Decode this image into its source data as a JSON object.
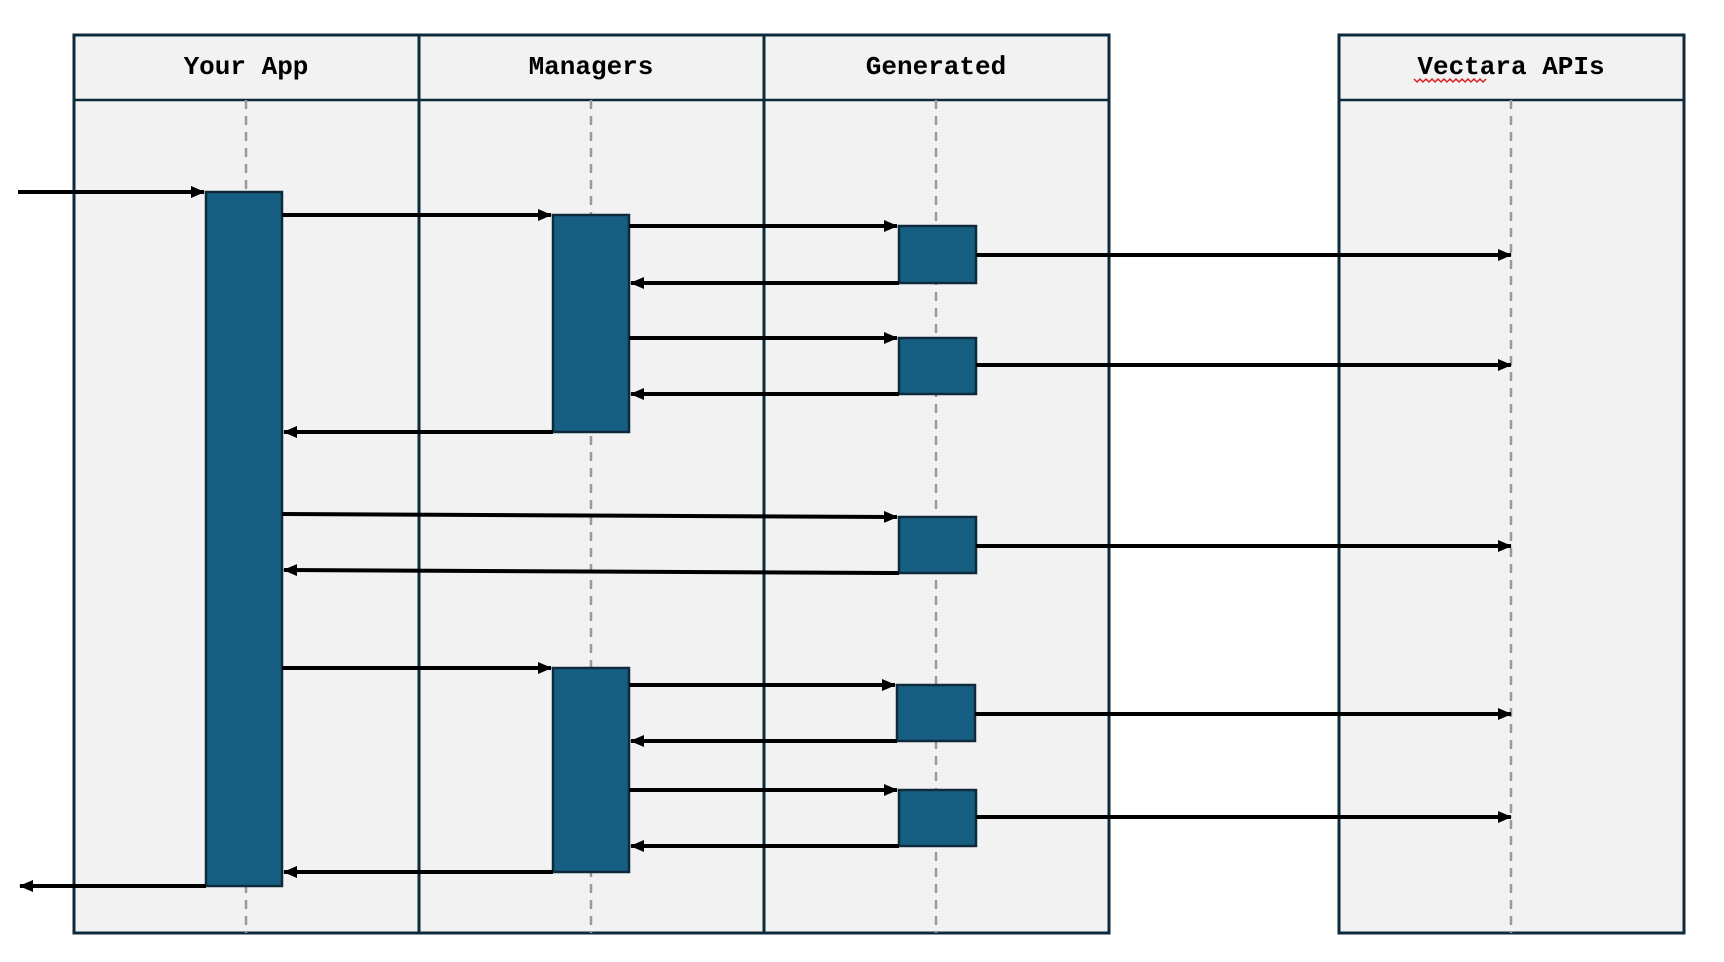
{
  "lanes": [
    {
      "id": "your-app",
      "title": "Your App"
    },
    {
      "id": "managers",
      "title": "Managers"
    },
    {
      "id": "generated",
      "title": "Generated"
    },
    {
      "id": "vectara-apis",
      "title": "Vectara APIs"
    }
  ],
  "colors": {
    "lane_fill": "#f2f2f2",
    "lane_border": "#0f2a3c",
    "activation_fill": "#165f82",
    "arrow": "#000000",
    "lifeline": "#999999"
  }
}
